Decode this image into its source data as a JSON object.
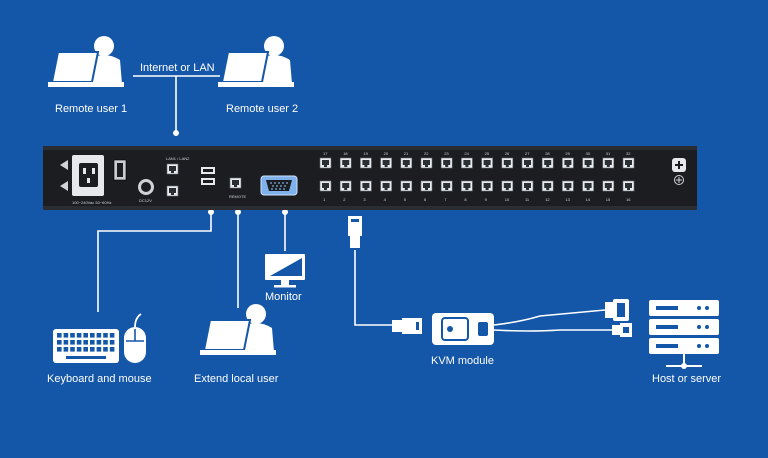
{
  "labels": {
    "network": "Internet or LAN",
    "remote_user_1": "Remote user 1",
    "remote_user_2": "Remote user 2",
    "monitor": "Monitor",
    "keyboard_mouse": "Keyboard and mouse",
    "extend_local_user": "Extend local user",
    "kvm_module": "KVM module",
    "host_server": "Host or server"
  },
  "panel_text": {
    "lan": "LAN1 / LAN2",
    "dc": "DC12V",
    "remote": "REMOTE",
    "power": "100~240Vac 50~60Hz"
  },
  "port_numbers_top": [
    "17",
    "18",
    "19",
    "20",
    "21",
    "22",
    "23",
    "24",
    "25",
    "26",
    "27",
    "28",
    "29",
    "30",
    "31",
    "32"
  ],
  "port_numbers_bottom": [
    "1",
    "2",
    "3",
    "4",
    "5",
    "6",
    "7",
    "8",
    "9",
    "10",
    "11",
    "12",
    "13",
    "14",
    "15",
    "16"
  ],
  "colors": {
    "background": "#1456a8",
    "device": "#1b1d20",
    "icon_fill": "#ffffff",
    "connector_line": "#ffffff"
  }
}
